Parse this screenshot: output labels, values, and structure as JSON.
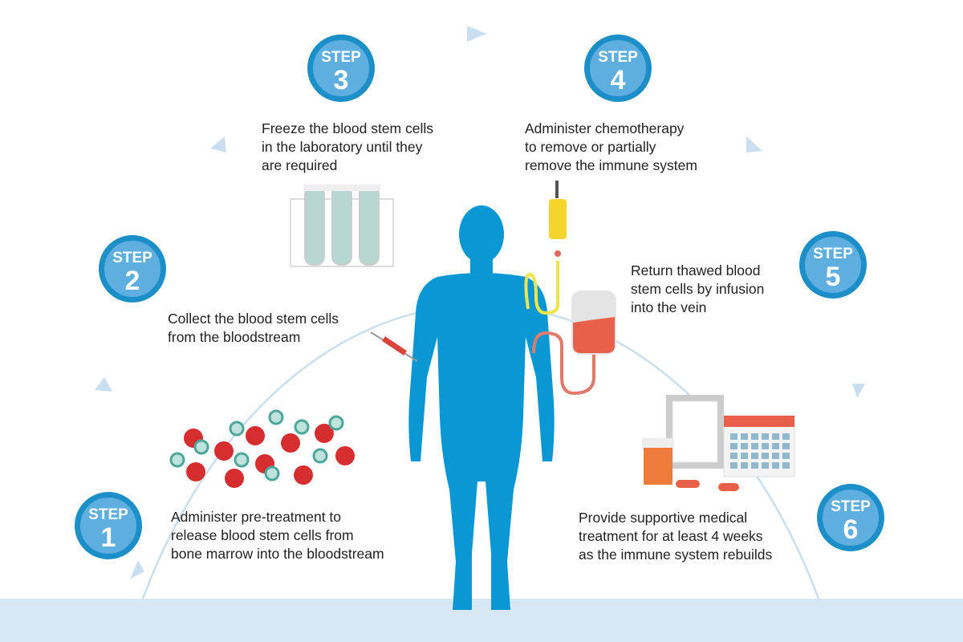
{
  "step_word": "STEP",
  "steps": [
    {
      "number": "1",
      "text": [
        "Administer pre-treatment to",
        "release blood stem cells from",
        "bone marrow into the bloodstream"
      ]
    },
    {
      "number": "2",
      "text": [
        "Collect the blood stem cells",
        "from the bloodstream"
      ]
    },
    {
      "number": "3",
      "text": [
        "Freeze the blood stem cells",
        "in the laboratory until they",
        "are required"
      ]
    },
    {
      "number": "4",
      "text": [
        "Administer chemotherapy",
        "to remove or partially",
        "remove the immune system"
      ]
    },
    {
      "number": "5",
      "text": [
        "Return thawed blood",
        "stem cells by infusion",
        "into the vein"
      ]
    },
    {
      "number": "6",
      "text": [
        "Provide supportive medical",
        "treatment for at least 4 weeks",
        "as the immune system rebuilds"
      ]
    }
  ],
  "colors": {
    "badge_fill": "#5eaee0",
    "badge_ring": "#1d8fc8",
    "body": "#0b97d3",
    "floor": "#d7e7f4",
    "cycle": "#c9dff0",
    "red_cell": "#d62e2e",
    "stem_cell": "#4aa79a"
  }
}
